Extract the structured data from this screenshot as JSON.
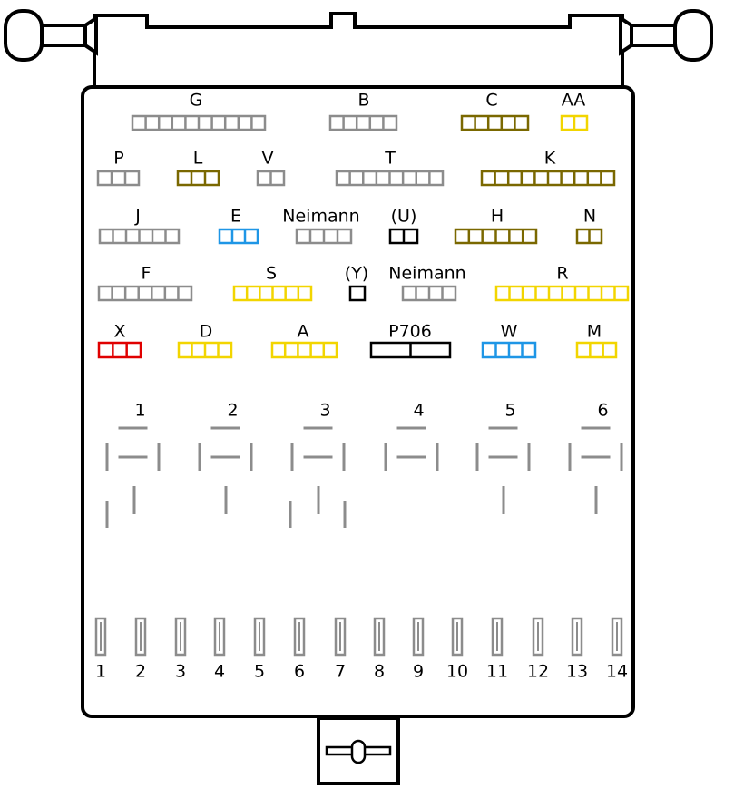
{
  "colors": {
    "grey": "#8c8c8c",
    "olive": "#7a6800",
    "yellow": "#f2d500",
    "blue": "#1e96e6",
    "red": "#e00000",
    "black": "#000000"
  },
  "connectors": [
    {
      "label": "G",
      "cells": 10,
      "color": "grey"
    },
    {
      "label": "B",
      "cells": 5,
      "color": "grey"
    },
    {
      "label": "C",
      "cells": 5,
      "color": "olive"
    },
    {
      "label": "AA",
      "cells": 2,
      "color": "yellow"
    },
    {
      "label": "P",
      "cells": 3,
      "color": "grey"
    },
    {
      "label": "L",
      "cells": 3,
      "color": "olive"
    },
    {
      "label": "V",
      "cells": 2,
      "color": "grey"
    },
    {
      "label": "T",
      "cells": 8,
      "color": "grey"
    },
    {
      "label": "K",
      "cells": 10,
      "color": "olive"
    },
    {
      "label": "J",
      "cells": 6,
      "color": "grey"
    },
    {
      "label": "E",
      "cells": 3,
      "color": "blue"
    },
    {
      "label": "Neimann",
      "cells": 4,
      "color": "grey"
    },
    {
      "label": "(U)",
      "cells": 2,
      "color": "black"
    },
    {
      "label": "H",
      "cells": 6,
      "color": "olive"
    },
    {
      "label": "N",
      "cells": 2,
      "color": "olive"
    },
    {
      "label": "F",
      "cells": 7,
      "color": "grey"
    },
    {
      "label": "S",
      "cells": 6,
      "color": "yellow"
    },
    {
      "label": "(Y)",
      "cells": 1,
      "color": "black"
    },
    {
      "label": "Neimann",
      "cells": 4,
      "color": "grey"
    },
    {
      "label": "R",
      "cells": 10,
      "color": "yellow"
    },
    {
      "label": "X",
      "cells": 3,
      "color": "red"
    },
    {
      "label": "D",
      "cells": 4,
      "color": "yellow"
    },
    {
      "label": "A",
      "cells": 5,
      "color": "yellow"
    },
    {
      "label": "P706",
      "cells": 2,
      "color": "black"
    },
    {
      "label": "W",
      "cells": 4,
      "color": "blue"
    },
    {
      "label": "M",
      "cells": 3,
      "color": "yellow"
    }
  ],
  "relays": [
    "1",
    "2",
    "3",
    "4",
    "5",
    "6"
  ],
  "fuses": [
    "1",
    "2",
    "3",
    "4",
    "5",
    "6",
    "7",
    "8",
    "9",
    "10",
    "11",
    "12",
    "13",
    "14"
  ]
}
